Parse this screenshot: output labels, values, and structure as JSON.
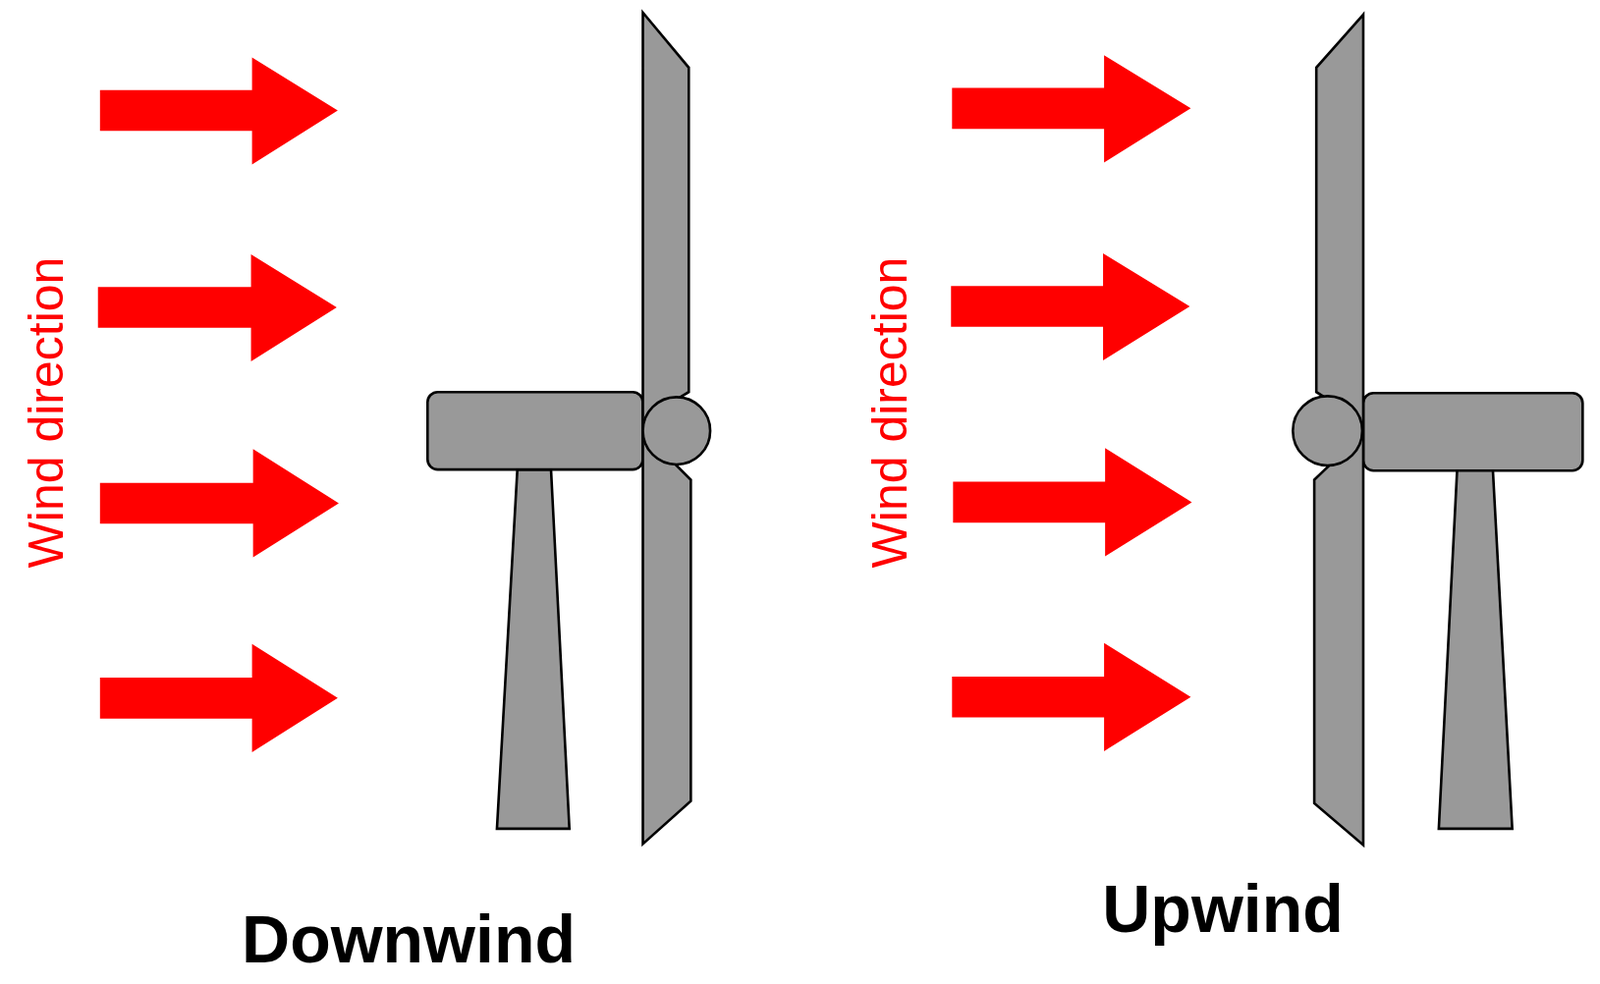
{
  "diagram": {
    "labels": [
      "Wind direction",
      "Downwind",
      "Wind direction",
      "Upwind"
    ]
  }
}
